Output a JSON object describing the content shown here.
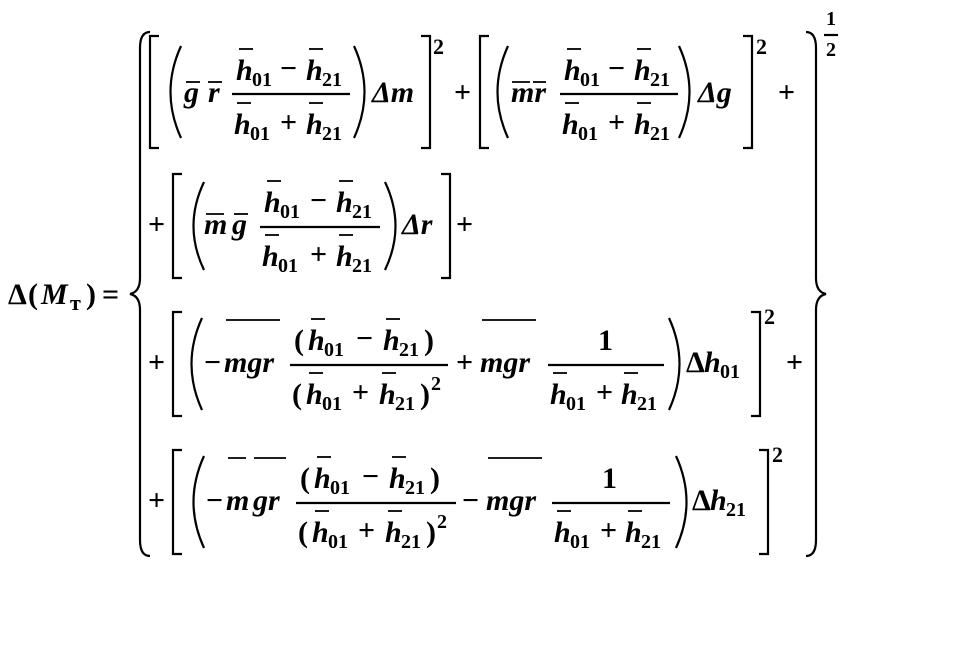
{
  "equation": {
    "lhs": {
      "delta": "Δ",
      "lparen": "(",
      "mass": "M",
      "sub": "т",
      "rparen": ")",
      "equals": "="
    },
    "exponent": {
      "num": "1",
      "den": "2"
    },
    "symbols": {
      "plus": "+",
      "minus": "−",
      "power": "2",
      "g": "g",
      "r": "r",
      "m": "m",
      "mr": "mr",
      "gr": "gr",
      "mgr": "mgr",
      "h": "h",
      "sub01": "01",
      "sub21": "21",
      "one": "1",
      "lp": "(",
      "rp": ")",
      "dm": "Δm",
      "dg": "Δg",
      "dr": "Δr"
    }
  }
}
